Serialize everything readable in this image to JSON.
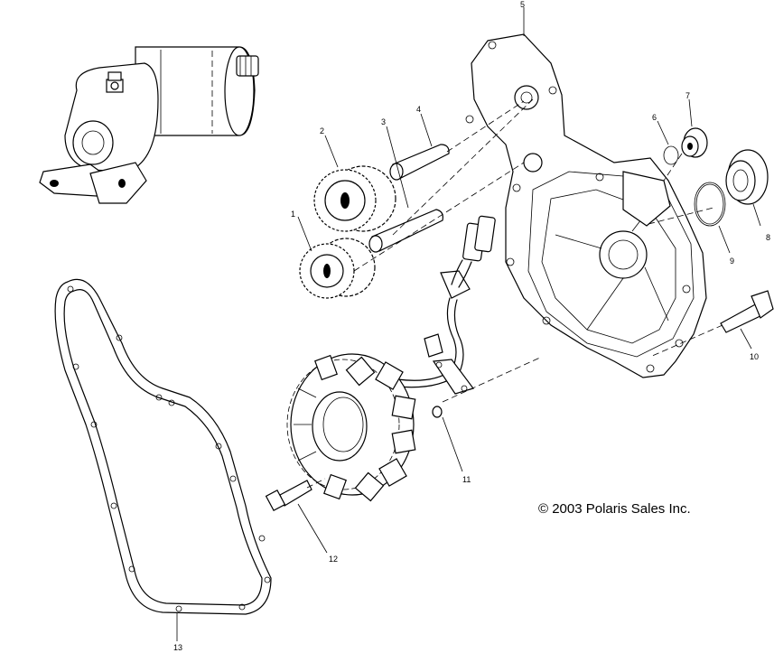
{
  "copyright": "© 2003 Polaris Sales Inc.",
  "callouts": [
    {
      "id": "c1",
      "label": "1"
    },
    {
      "id": "c2",
      "label": "2"
    },
    {
      "id": "c3",
      "label": "3"
    },
    {
      "id": "c4",
      "label": "4"
    },
    {
      "id": "c5",
      "label": "5"
    },
    {
      "id": "c6",
      "label": "6"
    },
    {
      "id": "c7",
      "label": "7"
    },
    {
      "id": "c8",
      "label": "8"
    },
    {
      "id": "c9",
      "label": "9"
    },
    {
      "id": "c10",
      "label": "10"
    },
    {
      "id": "c11",
      "label": "11"
    },
    {
      "id": "c12",
      "label": "12"
    },
    {
      "id": "c13",
      "label": "13"
    }
  ]
}
